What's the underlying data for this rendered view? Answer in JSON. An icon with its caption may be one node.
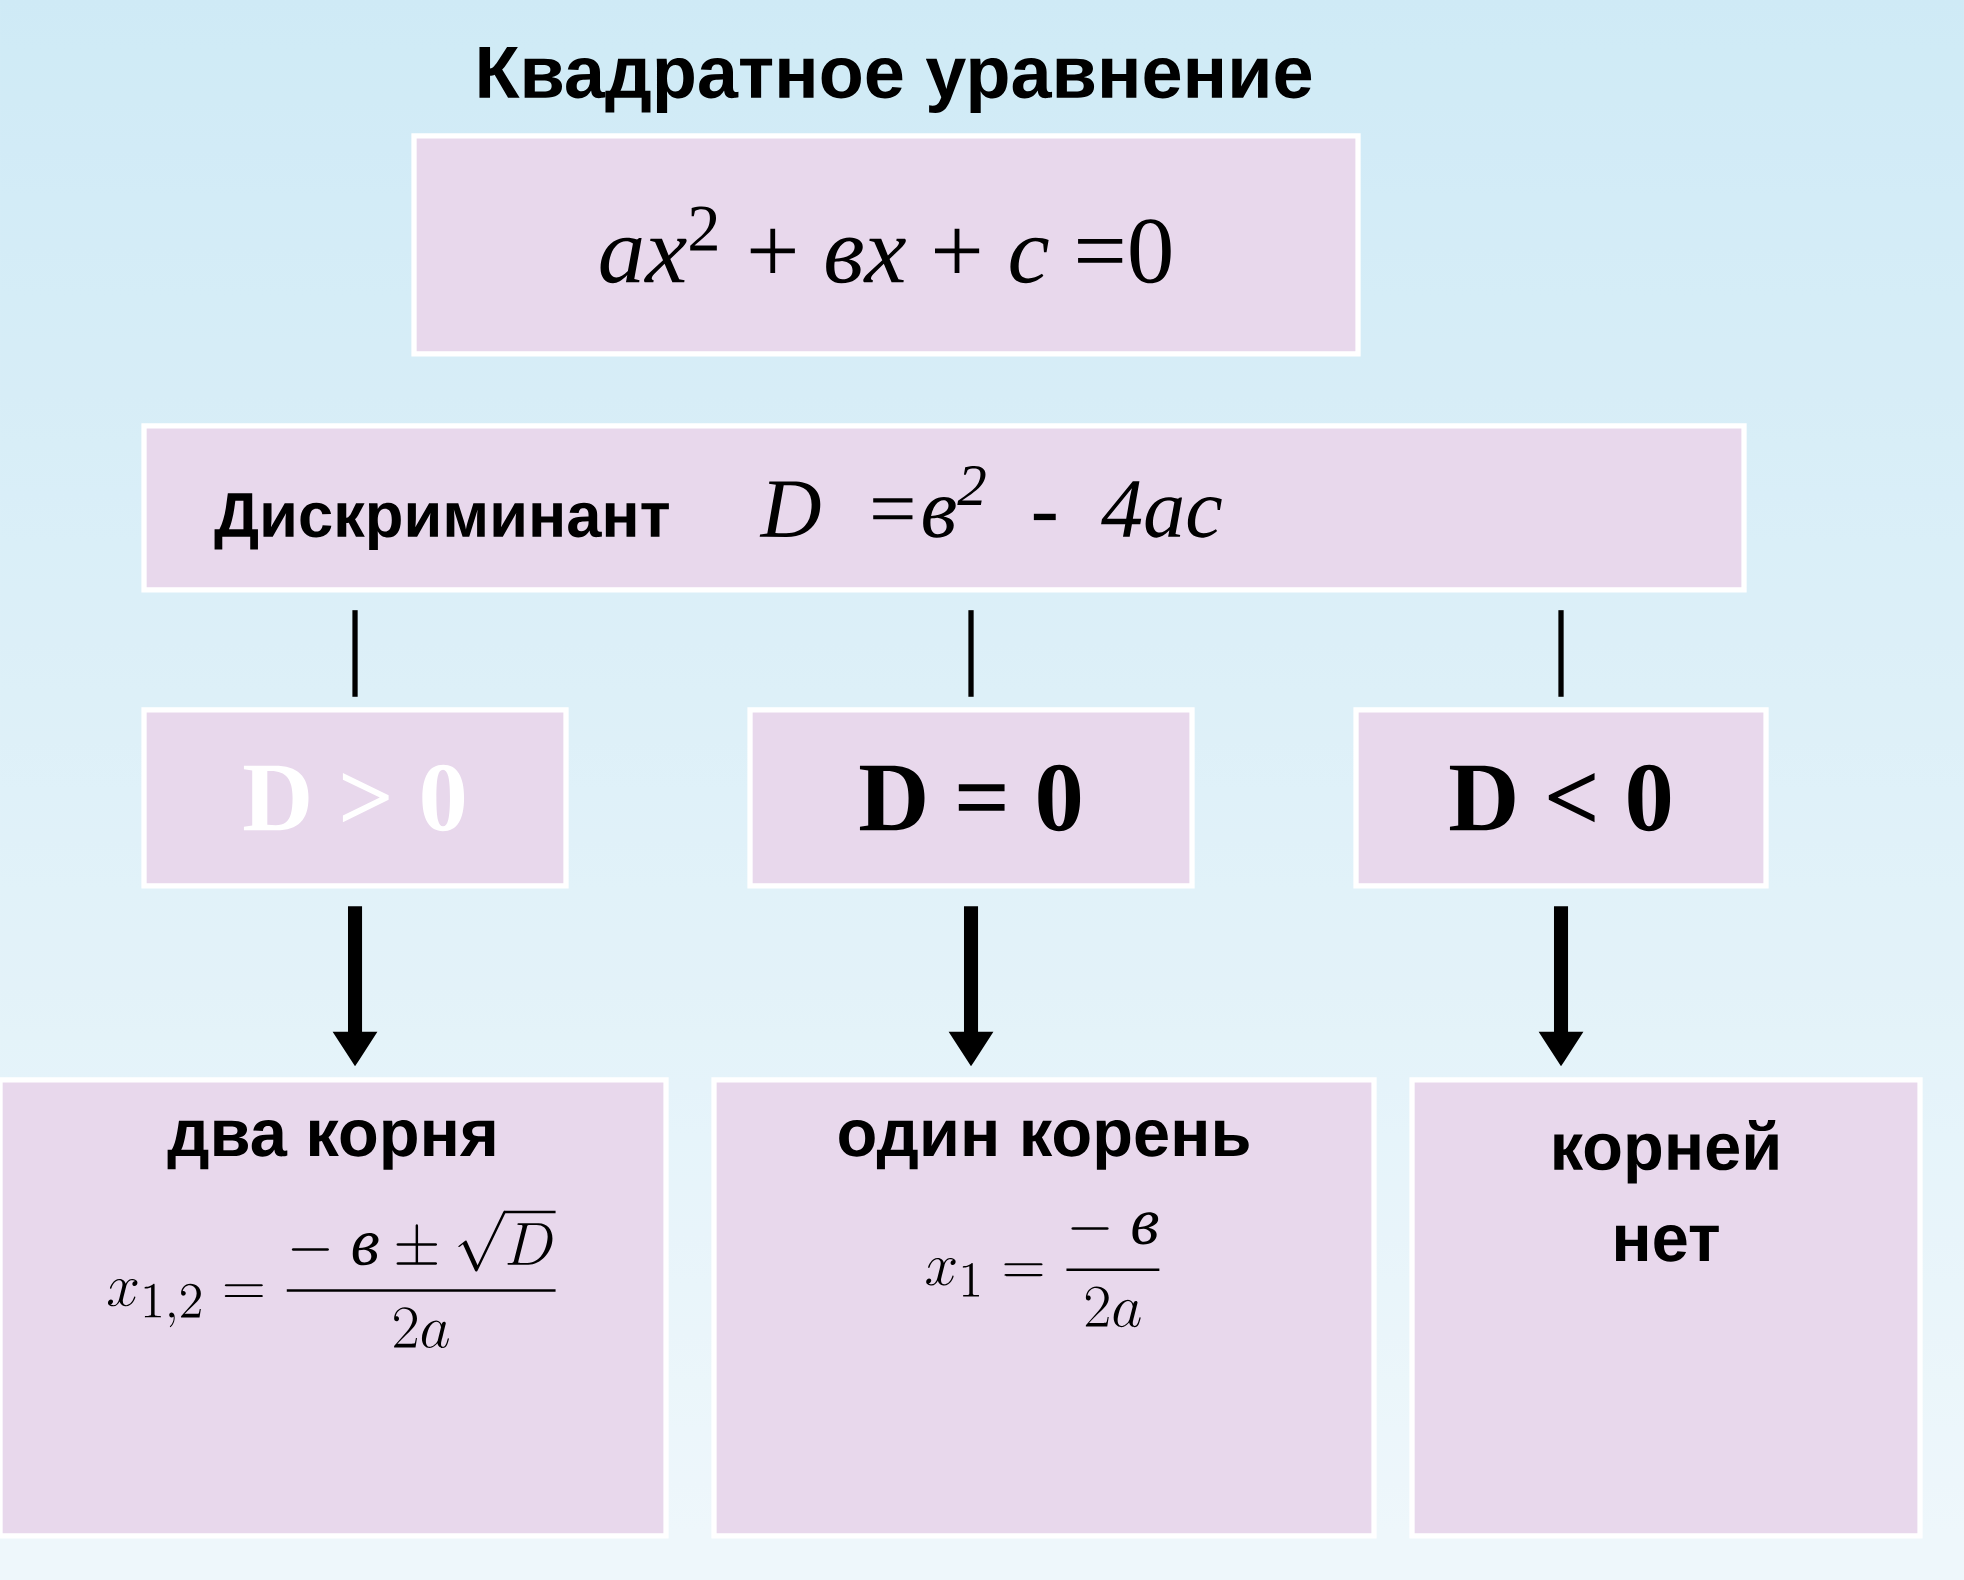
{
  "diagram": {
    "title": "Квадратное уравнение",
    "nodes": [
      {
        "text": [
          "*ax*$^{2}$ + *вx* + *c* =0"
        ]
      },
      {
        "text": [
          "Дискриминант",
          "D =в$^{2}$ - 4ac"
        ]
      },
      {
        "text": [
          "D > 0"
        ]
      },
      {
        "text": [
          "D = 0"
        ]
      },
      {
        "text": [
          "D < 0"
        ]
      },
      {
        "text": [
          "два корня",
          "x_{1,2} = \\frac{-\\ \\text{\\textit{в}} \\pm \\sqrt{D}}{2a}"
        ]
      },
      {
        "text": [
          "один корень",
          "x_{1} = \\frac{-\\ \\text{\\textit{в}}}{2a}"
        ]
      },
      {
        "text": [
          "корней нет"
        ]
      }
    ],
    "edges": [
      {
        "from": 1,
        "to": 2,
        "arrow": "none"
      },
      {
        "from": 1,
        "to": 3,
        "arrow": "none"
      },
      {
        "from": 1,
        "to": 4,
        "arrow": "none"
      },
      {
        "from": 2,
        "to": 5,
        "arrow": "to",
        "style": "thick"
      },
      {
        "from": 3,
        "to": 6,
        "arrow": "to",
        "style": "thick"
      },
      {
        "from": 4,
        "to": 7,
        "arrow": "to",
        "style": "thick"
      }
    ]
  }
}
